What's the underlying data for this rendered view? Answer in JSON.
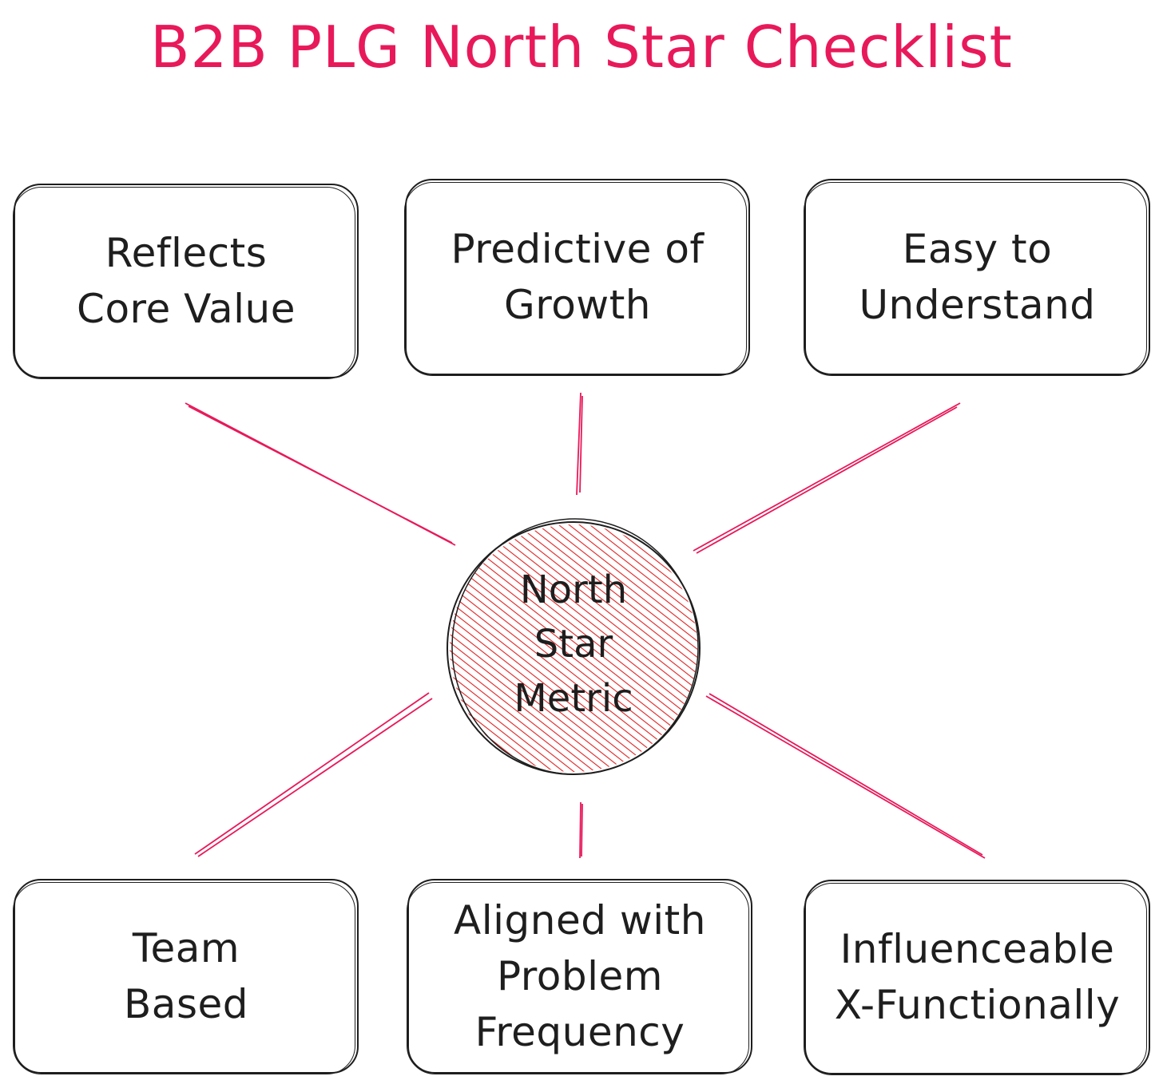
{
  "title": "B2B PLG North Star Checklist",
  "colors": {
    "title": "#e8195a",
    "connector": "#e8195a",
    "stroke": "#1e1e1e",
    "center_hatch": "#e02020"
  },
  "center": {
    "label": "North\nStar\nMetric"
  },
  "nodes": [
    {
      "label": "Reflects\nCore Value"
    },
    {
      "label": "Predictive of\nGrowth"
    },
    {
      "label": "Easy to\nUnderstand"
    },
    {
      "label": "Team\nBased"
    },
    {
      "label": "Aligned with\nProblem\nFrequency"
    },
    {
      "label": "Influenceable\nX-Functionally"
    }
  ]
}
